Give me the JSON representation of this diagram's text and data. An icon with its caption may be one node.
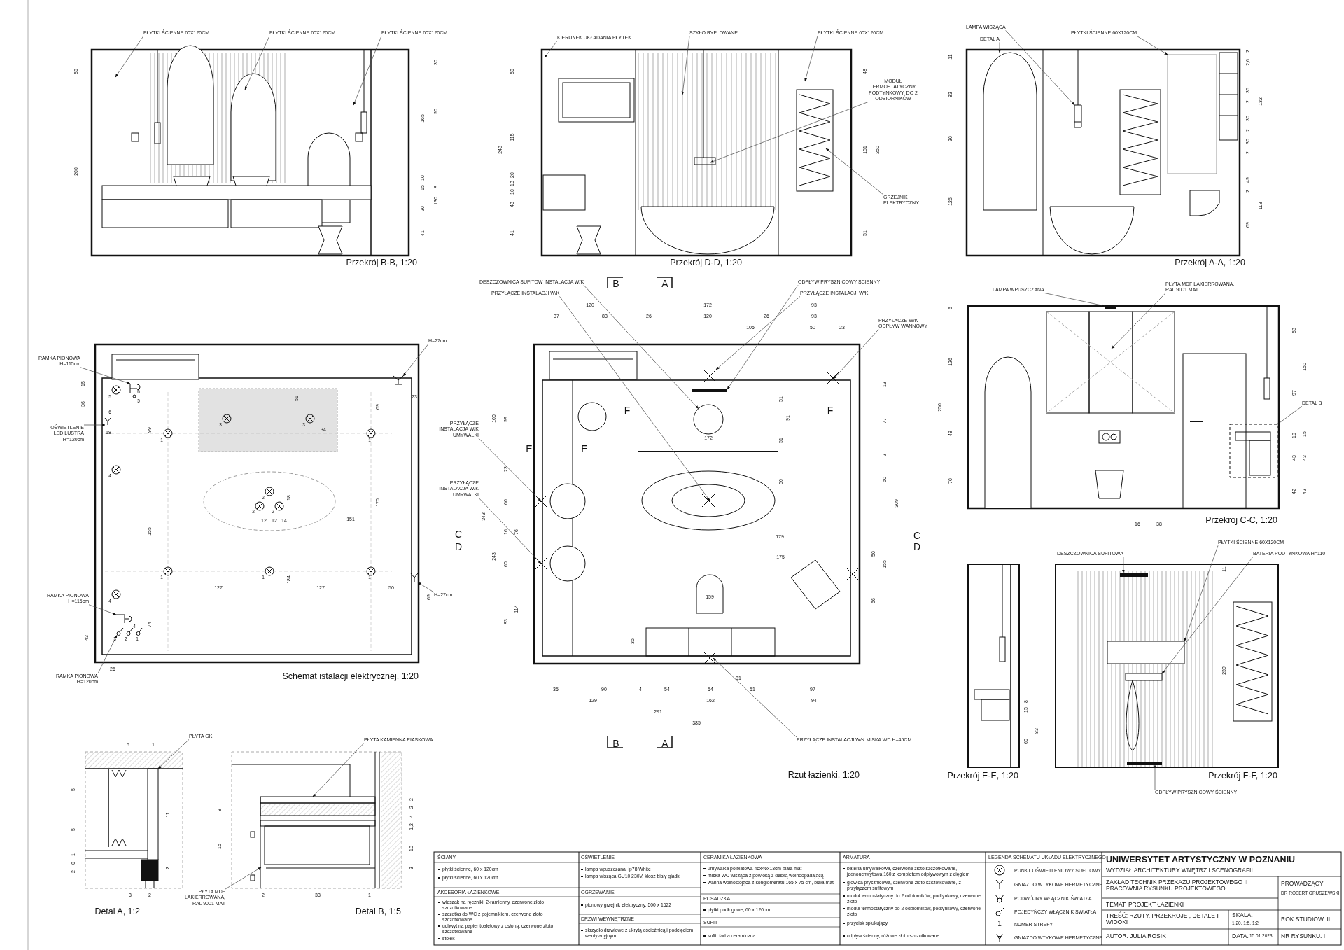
{
  "diagram": {
    "nodes": [
      {
        "text": [
          "PŁYTKI ŚCIENNE 60X120CM"
        ]
      },
      {
        "text": [
          "PŁYTKI ŚCIENNE 60X120CM"
        ]
      },
      {
        "text": [
          "PŁYTKI ŚCIENNE 60X120CM"
        ]
      },
      {
        "text": [
          "KIERUNEK UKŁADANIA PŁYTEK"
        ]
      },
      {
        "text": [
          "SZKŁO RYFLOWANE"
        ]
      },
      {
        "text": [
          "PŁYTKI ŚCIENNE 60X120CM"
        ]
      },
      {
        "text": [
          "MODUŁ TERMOSTATYCZNY, PODTYNKOWY, DO 2 ODBIORNIKÓW"
        ]
      },
      {
        "text": [
          "GRZEJNIK ELEKTRYCZNY"
        ]
      },
      {
        "text": [
          "LAMPA WISZĄCA"
        ]
      },
      {
        "text": [
          "DETAL A"
        ]
      },
      {
        "text": [
          "PŁYTKI ŚCIENNE 60X120CM"
        ]
      },
      {
        "text": [
          "RAMKA PIONOWA H=115cm"
        ]
      },
      {
        "text": [
          "OŚWIETLENIE LED LUSTRA H=120cm"
        ]
      },
      {
        "text": [
          "H=27cm"
        ]
      },
      {
        "text": [
          "RAMKA PIONOWA H=115cm"
        ]
      },
      {
        "text": [
          "RAMKA PIONOWA H=120cm"
        ]
      },
      {
        "text": [
          "H=27cm"
        ]
      },
      {
        "text": [
          "DESZCZOWNICA SUFITOW INSTALACJA W/K"
        ]
      },
      {
        "text": [
          "PRZYŁĄCZE INSTALACJI W/K"
        ]
      },
      {
        "text": [
          "ODPŁYW PRYSZNICOWY ŚCIENNY"
        ]
      },
      {
        "text": [
          "PRZYŁĄCZE INSTALACJI W/K"
        ]
      },
      {
        "text": [
          "PRZYŁĄCZE W/K ODPŁYW WANNOWY"
        ]
      },
      {
        "text": [
          "PRZYŁĄCZE INSTALACJA W/K UMYWALKI"
        ]
      },
      {
        "text": [
          "PRZYŁĄCZE INSTALACJA W/K UMYWALKI"
        ]
      },
      {
        "text": [
          "PRZYŁĄCZE INSTALACJI W/K MISKA WC H=45CM"
        ]
      },
      {
        "text": [
          "LAMPA WPUSZCZANA"
        ]
      },
      {
        "text": [
          "PŁYTA MDF LAKIERROWANA, RAL 9001 MAT"
        ]
      },
      {
        "text": [
          "DETAL B"
        ]
      },
      {
        "text": [
          "DESZCZOWNICA SUFITOWA"
        ]
      },
      {
        "text": [
          "PŁYTKI ŚCIENNE 60X120CM"
        ]
      },
      {
        "text": [
          "BATERIA PODTYNKOWA H=110"
        ]
      },
      {
        "text": [
          "ODPŁYW PRYSZNICOWY ŚCIENNY"
        ]
      },
      {
        "text": [
          "PŁYTA GK"
        ]
      },
      {
        "text": [
          "PŁYTA KAMIENNA PIASKOWA"
        ]
      },
      {
        "text": [
          "PŁYTA MDF LAKIERROWANA, RAL 9001 MAT"
        ]
      },
      {
        "text": [],
        "shape": "picture"
      },
      {
        "text": [],
        "shape": "picture"
      },
      {
        "text": [],
        "shape": "picture"
      },
      {
        "text": [],
        "shape": "picture"
      },
      {
        "text": [],
        "shape": "picture"
      },
      {
        "text": [],
        "shape": "picture"
      },
      {
        "text": [],
        "shape": "picture"
      },
      {
        "text": [],
        "shape": "circle"
      },
      {
        "text": [],
        "shape": "bar"
      },
      {
        "text": [],
        "shape": "box"
      },
      {
        "text": [],
        "shape": "bar"
      },
      {
        "text": [],
        "shape": "box"
      },
      {
        "text": [],
        "shape": "picture"
      },
      {
        "text": [],
        "shape": "bar"
      },
      {
        "text": [],
        "shape": "picture"
      },
      {
        "text": [],
        "shape": "box"
      },
      {
        "text": [],
        "shape": "bar"
      },
      {
        "text": [],
        "shape": "box"
      },
      {
        "text": [],
        "shape": "box"
      }
    ],
    "edges": [
      {
        "from": 0,
        "to": null,
        "arrow": "to"
      },
      {
        "from": 1,
        "to": null,
        "arrow": "to"
      },
      {
        "from": 2,
        "to": null,
        "arrow": "to"
      },
      {
        "from": 3,
        "to": null,
        "arrow": "to"
      },
      {
        "from": 4,
        "to": null,
        "arrow": "to"
      },
      {
        "from": 5,
        "to": null,
        "arrow": "to"
      },
      {
        "from": 6,
        "to": null,
        "arrow": "to"
      },
      {
        "from": 7,
        "to": null,
        "arrow": "to"
      },
      {
        "from": 8,
        "to": 35,
        "arrow": "to"
      },
      {
        "from": 9,
        "to": 49,
        "arrow": "to"
      },
      {
        "from": 10,
        "to": 50,
        "arrow": "to"
      },
      {
        "from": 11,
        "to": 36,
        "arrow": "to"
      },
      {
        "from": 12,
        "to": 37,
        "arrow": "to"
      },
      {
        "from": 13,
        "to": 38,
        "arrow": "to"
      },
      {
        "from": 14,
        "to": 39,
        "arrow": "to"
      },
      {
        "from": 15,
        "to": 40,
        "arrow": "to"
      },
      {
        "from": 16,
        "to": 41,
        "arrow": "to"
      },
      {
        "from": 17,
        "to": 42,
        "arrow": "to"
      },
      {
        "from": 18,
        "to": null,
        "arrow": "to"
      },
      {
        "from": 19,
        "to": 48,
        "arrow": "to"
      },
      {
        "from": 20,
        "to": 47,
        "arrow": "to"
      },
      {
        "from": 21,
        "to": null,
        "arrow": "to"
      },
      {
        "from": 22,
        "to": null,
        "arrow": "to"
      },
      {
        "from": 23,
        "to": null,
        "arrow": "to"
      },
      {
        "from": 24,
        "to": null,
        "arrow": "to"
      },
      {
        "from": 25,
        "to": 43,
        "arrow": "to"
      },
      {
        "from": 26,
        "to": null,
        "arrow": "to"
      },
      {
        "from": 27,
        "to": 44,
        "arrow": "to"
      },
      {
        "from": 28,
        "to": 51,
        "arrow": "to"
      },
      {
        "from": 29,
        "to": 52,
        "arrow": "to"
      },
      {
        "from": 30,
        "to": 53,
        "arrow": "to"
      },
      {
        "from": 31,
        "to": 45,
        "arrow": "to"
      },
      {
        "from": 32,
        "to": 46,
        "arrow": "to"
      },
      {
        "from": 33,
        "to": null,
        "arrow": "to"
      },
      {
        "from": 34,
        "to": null,
        "arrow": "to"
      }
    ],
    "labels": [
      "50",
      "200",
      "30",
      "165",
      "90",
      "10",
      "15",
      "8",
      "20",
      "130",
      "41",
      "Przekrój B-B, 1:20",
      "50",
      "248",
      "115",
      "20",
      "13",
      "10",
      "43",
      "41",
      "48",
      "151",
      "250",
      "51",
      "Przekrój D-D, 1:20",
      "11",
      "83",
      "30",
      "126",
      "2",
      "2,6",
      "35",
      "2",
      "30",
      "2",
      "30",
      "2",
      "49",
      "2",
      "69",
      "132",
      "118",
      "Przekrój A-A, 1:20",
      "15",
      "36",
      "18",
      "99",
      "51",
      "69",
      "23",
      "34",
      "18",
      "170",
      "12",
      "12",
      "14",
      "151",
      "155",
      "184",
      "127",
      "127",
      "50",
      "69",
      "74",
      "43",
      "26",
      "5",
      "6",
      "5",
      "6",
      "3",
      "3",
      "1",
      "1",
      "4",
      "2",
      "2",
      "2",
      "1",
      "1",
      "1",
      "4",
      "4",
      "3",
      "2",
      "1",
      "C",
      "D",
      "Schemat istalacji elektrycznej, 1:20",
      "B",
      "A",
      "120",
      "172",
      "93",
      "37",
      "83",
      "26",
      "120",
      "26",
      "93",
      "105",
      "50",
      "23",
      "13",
      "51",
      "F",
      "F",
      "100",
      "99",
      "91",
      "77",
      "172",
      "51",
      "E",
      "E",
      "2",
      "23",
      "50",
      "60",
      "60",
      "309",
      "343",
      "16",
      "76",
      "179",
      "C",
      "D",
      "243",
      "175",
      "50",
      "60",
      "155",
      "159",
      "66",
      "114",
      "83",
      "36",
      "81",
      "35",
      "90",
      "4",
      "54",
      "54",
      "51",
      "97",
      "129",
      "162",
      "94",
      "291",
      "385",
      "B",
      "A",
      "Rzut łazienki, 1:20",
      "6",
      "126",
      "250",
      "48",
      "70",
      "58",
      "150",
      "97",
      "10",
      "15",
      "43",
      "43",
      "42",
      "42",
      "16",
      "38",
      "Przekrój C-C, 1:20",
      "11",
      "239",
      "8",
      "15",
      "83",
      "60",
      "Przekrój E-E, 1:20",
      "Przekrój F-F, 1:20",
      "5",
      "1",
      "5",
      "5",
      "1",
      "0",
      "2",
      "11",
      "2",
      "3",
      "2",
      "8",
      "15",
      "2",
      "33",
      "1",
      "2",
      "2",
      "4",
      "1,2",
      "10",
      "3",
      "Detal A, 1:2",
      "Detal B, 1:5",
      "ŚCIANY",
      "płytki ścienne, 60 x 120cm",
      "płytki ścienne, 60 x 120cm",
      "AKCESORIA ŁAZIENKOWE",
      "wieszak na ręczniki, 2-ramienny, czerwone złoto szczotkowane",
      "szczotka do WC z pojemnikiem, czerwone złoto szczotkowane",
      "uchwyt na papier toaletowy z osłoną, czerwone złoto szczotkowane",
      "stołek",
      "OŚWIETLENIE",
      "lampa wpuszczana, ip78 White",
      "lampa wisząca GU10 230V, klosz biały gładki",
      "OGRZEWANIE",
      "pionowy grzejnik elektryczny, 500 x 1622",
      "DRZWI WEWNĘTRZNE",
      "skrzydło drzwiowe z ukrytą ościeżnicą i podcięciem wentylacyjnym",
      "CERAMIKA ŁAZIENKOWA",
      "umywalka pólblatowa 46x46x13cm biała mat",
      "miska WC wisząca z powłoką z deską wolnoopadającą",
      "wanna wolnostojąca z konglomeratu 165 x 75 cm, biała mat",
      "POSADZKA",
      "płytki podłogowe, 60 x 120cm",
      "SUFIT",
      "sufit: farba ceramiczna",
      "ARMATURA",
      "bateria umywalkowa, czerwone złoto szczotkowane, jednouchwytowa 160 z kompletem odpływowym z cięgłem",
      "głowica prysznicowa, czerwone złoto szczotkowane, z przyłączem sufitowym",
      "moduł termostatyczny do 2 odbiorników, podtynkowy, czerwone złoto",
      "moduł termostatyczny do 2 odbiorników, podtynkowy, czerwone złoto",
      "przycisk spłukujący",
      "odpływ ścienny, różowe złoto szczotkowane",
      "LEGENDA SCHEMATU UKŁADU ELEKTRYCZNEGO",
      "1",
      "UNIWERSYTET ARTYSTYCZNY W POZNANIU",
      "WYDZIAŁ ARCHITEKTURY WNĘTRZ I SCENOGRAFII",
      "ZAKŁAD TECHNIK PRZEKAZU PROJEKTOWEGO II PRACOWNIA RYSUNKU PROJEKTOWEGO",
      "PROWADZĄCY:",
      "DR ROBERT GRUSZEWSKI",
      "TEMAT: PROJEKT ŁAZIENKI",
      "TREŚĆ: RZUTY, PRZEKROJE , DETALE I WIDOKI",
      "SKALA:",
      "1:20, 1:5, 1:2",
      "ROK STUDIÓW: III",
      "AUTOR: JULIA ROSIK",
      "DATA:",
      "15.01.2023",
      "NR RYSUNKU: I"
    ],
    "legend": [
      {
        "text": "PUNKT OŚWIETLENIOWY SUFITOWY"
      },
      {
        "text": "GNIAZDO WTYKOWE HERMETYCZNE"
      },
      {
        "text": "PODWÓJNY WŁĄCZNIK ŚWIATŁA"
      },
      {
        "text": "POJEDYŃCZY WŁĄCZNIK ŚWIATŁA"
      },
      {
        "text": "NUMER STREFY"
      },
      {
        "text": "GNIAZDO WTYKOWE HERMETYCZNE"
      }
    ]
  }
}
